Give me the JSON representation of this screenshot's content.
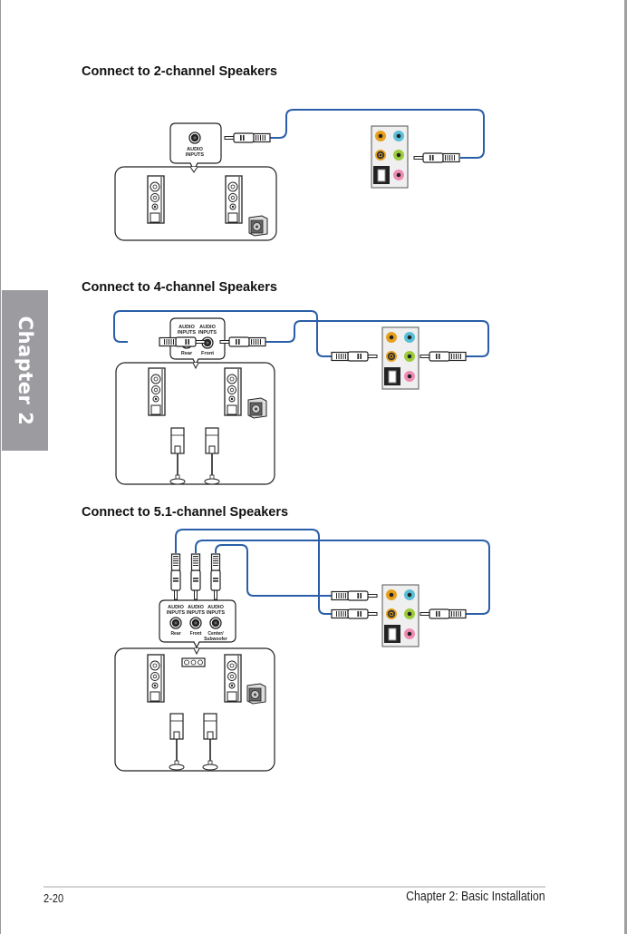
{
  "sidebar_tab": {
    "label": "Chapter 2"
  },
  "sections": [
    {
      "title": "Connect to 2-channel Speakers",
      "speaker_inputs": [
        {
          "label_line1": "AUDIO",
          "label_line2": "INPUTS",
          "sub_label": ""
        }
      ]
    },
    {
      "title": "Connect to 4-channel Speakers",
      "speaker_inputs": [
        {
          "label_line1": "AUDIO",
          "label_line2": "INPUTS",
          "sub_label": "Rear"
        },
        {
          "label_line1": "AUDIO",
          "label_line2": "INPUTS",
          "sub_label": "Front"
        }
      ]
    },
    {
      "title": "Connect to 5.1-channel Speakers",
      "speaker_inputs": [
        {
          "label_line1": "AUDIO",
          "label_line2": "INPUTS",
          "sub_label": "Rear"
        },
        {
          "label_line1": "AUDIO",
          "label_line2": "INPUTS",
          "sub_label": "Front"
        },
        {
          "label_line1": "AUDIO",
          "label_line2": "INPUTS",
          "sub_label": "Center/",
          "sub_label2": "Subwoofer"
        }
      ]
    }
  ],
  "io_panel_jack_colors": {
    "top_left": "#e8a01c",
    "top_right": "#5bbfd6",
    "mid_left": "#222222",
    "mid_right": "#9ccc3c",
    "bottom_right": "#f08cb4",
    "optical": "#222222"
  },
  "cable_color": "#2a5ea8",
  "footer": {
    "page_number": "2-20",
    "chapter_title": "Chapter 2: Basic Installation"
  }
}
